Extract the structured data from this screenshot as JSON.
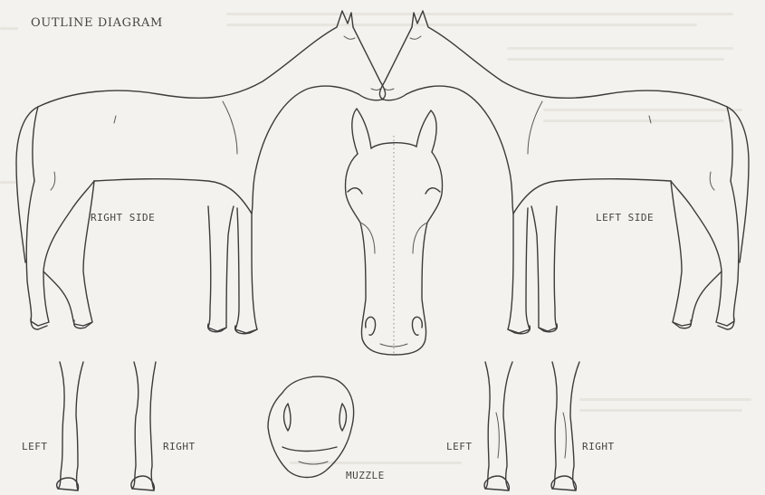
{
  "title": "OUTLINE DIAGRAM",
  "labels": {
    "right_side": "RIGHT SIDE",
    "left_side": "LEFT SIDE",
    "legs_left_a": "LEFT",
    "legs_right_a": "RIGHT",
    "legs_left_b": "LEFT",
    "legs_right_b": "RIGHT",
    "muzzle": "MUZZLE"
  }
}
